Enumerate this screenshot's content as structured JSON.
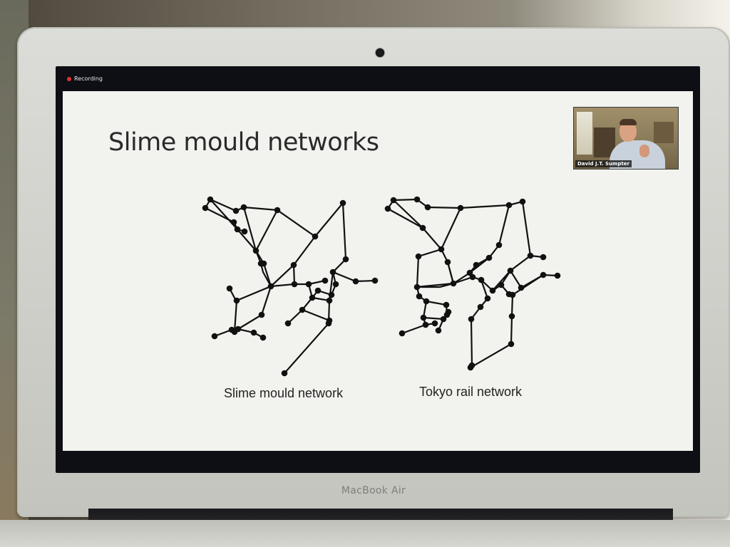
{
  "recording": {
    "label": "Recording",
    "dot_color": "#e0332e"
  },
  "slide": {
    "title": "Slime mould networks",
    "left_network_label": "Slime mould network",
    "right_network_label": "Tokyo rail network"
  },
  "video_tile": {
    "participant_name": "David J.T. Sumpter"
  },
  "device": {
    "brand_label": "MacBook Air"
  }
}
